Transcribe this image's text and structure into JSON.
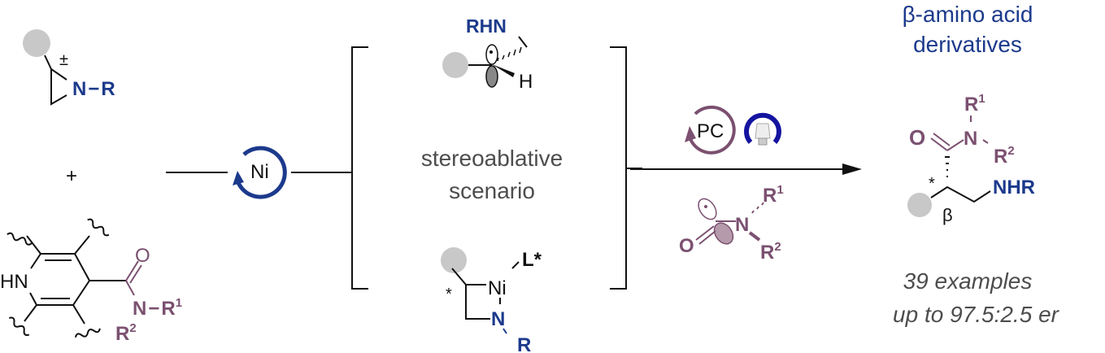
{
  "colors": {
    "blue": "#1c3a8c",
    "purple": "#7b5070",
    "gray_text": "#4d4d4d",
    "substituent_circle": "#c8c8c8"
  },
  "reactant_aziridine": {
    "racemic": "±",
    "n_label": "N",
    "dash": "−",
    "r_label": "R"
  },
  "plus": "+",
  "reactant_dhp": {
    "hn": "HN",
    "o": "O",
    "n": "N",
    "dash": "−",
    "r1": "R",
    "r1_sup": "1",
    "r2": "R",
    "r2_sup": "2"
  },
  "ni_catalyst": {
    "label": "Ni",
    "icon": "catalytic-cycle-icon"
  },
  "intermediates": {
    "radical": {
      "rhn": "RHN",
      "h": "H"
    },
    "middle_text_1": "stereoablative",
    "middle_text_2": "scenario",
    "nickelacycle": {
      "star": "*",
      "ni": "Ni",
      "ligand": "L*",
      "n": "N",
      "r": "R"
    }
  },
  "conditions": {
    "photocatalyst": "PC",
    "light_icon": "light-bulb-icon",
    "carbamoyl_radical": {
      "o": "O",
      "n": "N",
      "r1": "R",
      "r1_sup": "1",
      "r2": "R",
      "r2_sup": "2"
    }
  },
  "product": {
    "title_1": "β-amino acid",
    "title_2": "derivatives",
    "r1": "R",
    "r1_sup": "1",
    "n": "N",
    "o": "O",
    "r2": "R",
    "r2_sup": "2",
    "star": "*",
    "beta": "β",
    "nhr": "NHR"
  },
  "summary": {
    "examples": "39 examples",
    "er": "up to 97.5:2.5 er"
  }
}
